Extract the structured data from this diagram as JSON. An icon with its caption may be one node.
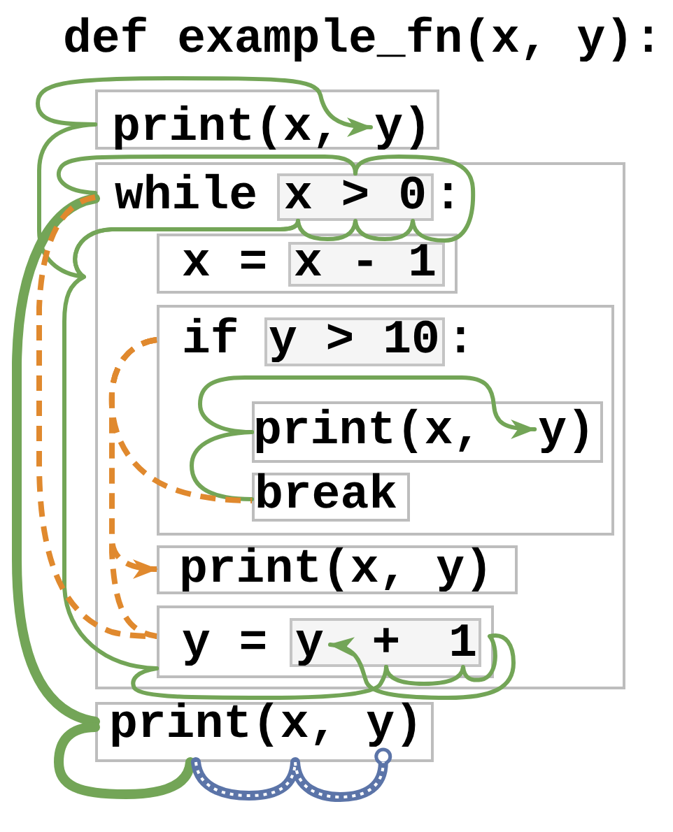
{
  "diagram": {
    "title": "def example_fn(x, y):",
    "nodes": [
      {
        "text": [
          "print(x, y)"
        ]
      },
      {
        "text": [
          "while",
          ":"
        ]
      },
      {
        "text": [
          "x > 0"
        ],
        "in": 1
      },
      {
        "text": [
          "x ="
        ],
        "in": 1
      },
      {
        "text": [
          "x - 1"
        ],
        "in": 3
      },
      {
        "text": [
          "if",
          ":"
        ],
        "in": 1
      },
      {
        "text": [
          "y > 10"
        ],
        "in": 5
      },
      {
        "text": [
          "print(x, y)"
        ],
        "in": 5
      },
      {
        "text": [
          "break"
        ],
        "in": 5
      },
      {
        "text": [
          "print(x, y)"
        ],
        "in": 1
      },
      {
        "text": [
          "y ="
        ],
        "in": 1
      },
      {
        "text": [
          "y + 1"
        ],
        "in": 10
      },
      {
        "text": [
          "print(x, y)"
        ]
      }
    ],
    "edges": [
      {
        "from": 0,
        "to": 0,
        "arrow": "to"
      },
      {
        "from": 0,
        "to": 2,
        "arrow": "none"
      },
      {
        "from": 10,
        "to": 2,
        "arrow": "none"
      },
      {
        "from": 1,
        "to": 2,
        "arrow": "none"
      },
      {
        "from": 2,
        "to": 2,
        "arrow": "none"
      },
      {
        "from": 7,
        "to": 7,
        "arrow": "to"
      },
      {
        "from": 7,
        "to": 8,
        "arrow": "none"
      },
      {
        "from": 10,
        "to": 11,
        "arrow": "none"
      },
      {
        "from": 11,
        "to": 11,
        "arrow": "to"
      },
      {
        "from": 1,
        "to": 12,
        "arrow": "none",
        "style": "thick"
      },
      {
        "from": 12,
        "to": 12,
        "arrow": "none",
        "style": "thick"
      },
      {
        "from": 12,
        "to": 12,
        "arrow": "other",
        "style": "thick",
        "color": "#5b74a8"
      },
      {
        "from": 1,
        "to": 10,
        "arrow": "none",
        "style": "dashed",
        "color": "#e0892e"
      },
      {
        "from": 5,
        "to": 8,
        "arrow": "none",
        "style": "dashed",
        "color": "#e0892e"
      },
      {
        "from": 5,
        "to": 9,
        "arrow": "to",
        "style": "dashed",
        "color": "#e0892e"
      },
      {
        "from": 5,
        "to": 10,
        "arrow": "none",
        "style": "dashed",
        "color": "#e0892e"
      }
    ]
  }
}
